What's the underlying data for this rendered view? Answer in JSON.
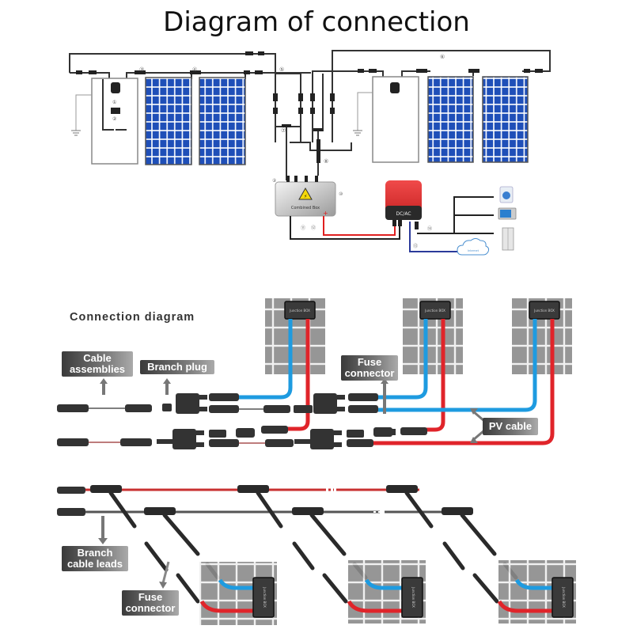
{
  "title": "Diagram of connection",
  "top_diagram": {
    "labels": {
      "combiner_box": "Combined Box",
      "inverter": "DC/AC",
      "internet": "Internet"
    },
    "circled_numbers": [
      "①",
      "②",
      "③",
      "④",
      "⑤",
      "⑥",
      "⑦",
      "⑧",
      "⑨",
      "⑩",
      "⑪",
      "⑫",
      "⑬",
      "⑭"
    ],
    "appliances": [
      "washing-machine",
      "microwave",
      "refrigerator"
    ],
    "colors": {
      "panel_blue": "#1f4fb8",
      "inverter_red": "#e03a3a",
      "inverter_dark": "#2a2a2a",
      "dc_positive": "#e02020",
      "comm_blue": "#2b3a9a"
    }
  },
  "connection_diagram": {
    "heading": "Connection diagram",
    "callouts": {
      "cable_assemblies": "Cable assemblies",
      "branch_plug": "Branch plug",
      "fuse_connector_top": "Fuse connector",
      "pv_cable": "PV cable",
      "branch_cable_leads": "Branch cable leads",
      "fuse_connector_bottom": "Fuse connector"
    },
    "junction_box_label": "Junction BOX",
    "colors": {
      "negative_cable": "#1e9be0",
      "positive_cable": "#e0242a",
      "panel_grey": "#8a8a8a"
    }
  }
}
